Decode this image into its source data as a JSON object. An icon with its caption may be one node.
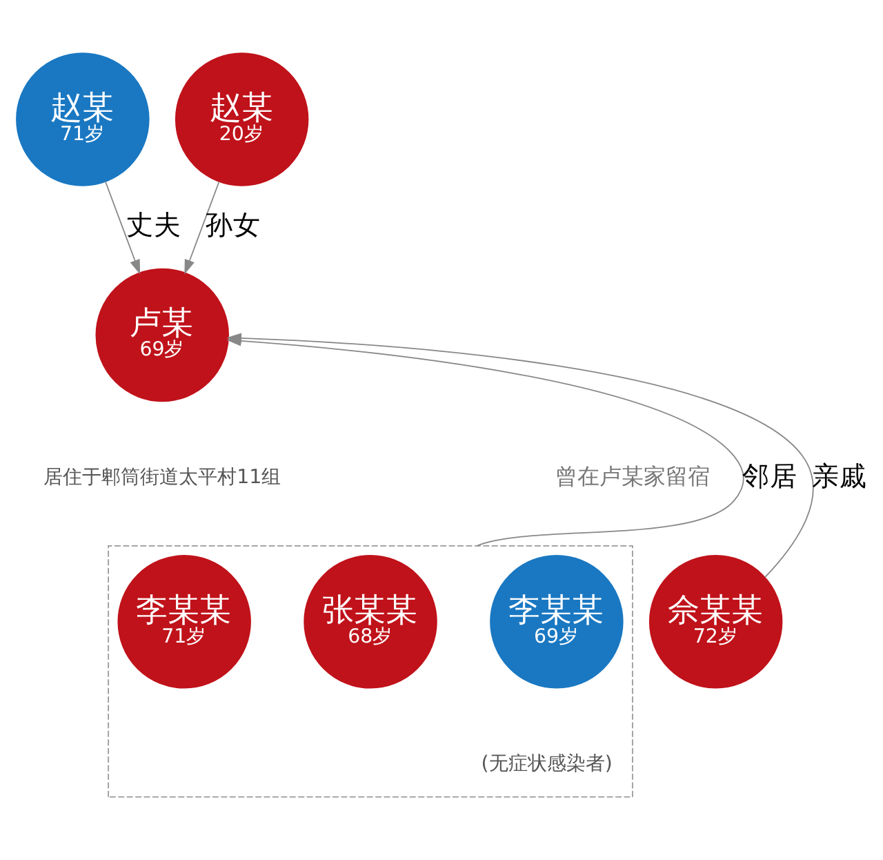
{
  "diagram": {
    "nodes": [
      {
        "text": [
          "赵某",
          "71岁"
        ]
      },
      {
        "text": [
          "赵某",
          "20岁"
        ]
      },
      {
        "text": [
          "卢某",
          "69岁"
        ],
        "beside": [
          "居住于郫筒街道太平村11组"
        ]
      },
      {
        "text": [],
        "shape": "box"
      },
      {
        "text": [
          "李某某",
          "71岁"
        ],
        "in": 3
      },
      {
        "text": [
          "张某某",
          "68岁"
        ],
        "in": 3
      },
      {
        "text": [
          "李某某",
          "69岁"
        ],
        "in": 3,
        "beside": [
          "(无症状感染者)"
        ]
      },
      {
        "text": [
          "佘某某",
          "72岁"
        ]
      }
    ],
    "edges": [
      {
        "from": 0,
        "to": 2,
        "arrow": "to",
        "label": "丈夫"
      },
      {
        "from": 1,
        "to": 2,
        "arrow": "to",
        "label": "孙女"
      },
      {
        "from": 7,
        "to": 2,
        "arrow": "to",
        "label": "亲戚"
      },
      {
        "from": 3,
        "to": 2,
        "arrow": "to",
        "label": "邻居"
      }
    ],
    "labels": [
      "曾在卢某家留宿"
    ]
  }
}
